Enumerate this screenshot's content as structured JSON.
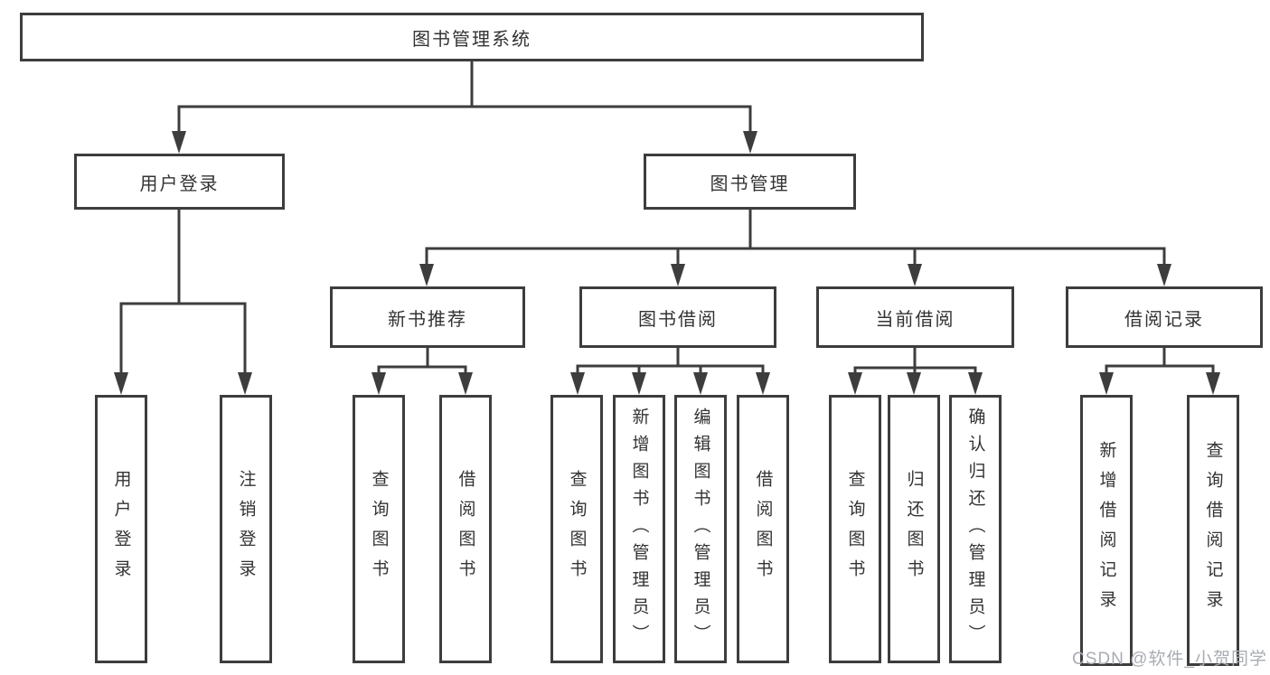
{
  "nodes": {
    "root": "图书管理系统",
    "user_login": "用户登录",
    "book_mgmt": "图书管理",
    "new_book_rec": "新书推荐",
    "book_borrow": "图书借阅",
    "current_borrow": "当前借阅",
    "borrow_record": "借阅记录",
    "login": "用户登录",
    "logout": "注销登录",
    "rec_query": "查询图书",
    "rec_borrow": "借阅图书",
    "bb_query": "查询图书",
    "bb_add": "新增图书（管理员）",
    "bb_edit": "编辑图书（管理员）",
    "bb_borrow": "借阅图书",
    "cb_query": "查询图书",
    "cb_return": "归还图书",
    "cb_confirm": "确认归还（管理员）",
    "br_add": "新增借阅记录",
    "br_query": "查询借阅记录"
  },
  "watermark": "CSDN @软件_小贺同学",
  "colors": {
    "line": "#3d3d3d",
    "text": "#333333",
    "watermark": "#a9acb3",
    "background": "#ffffff"
  }
}
